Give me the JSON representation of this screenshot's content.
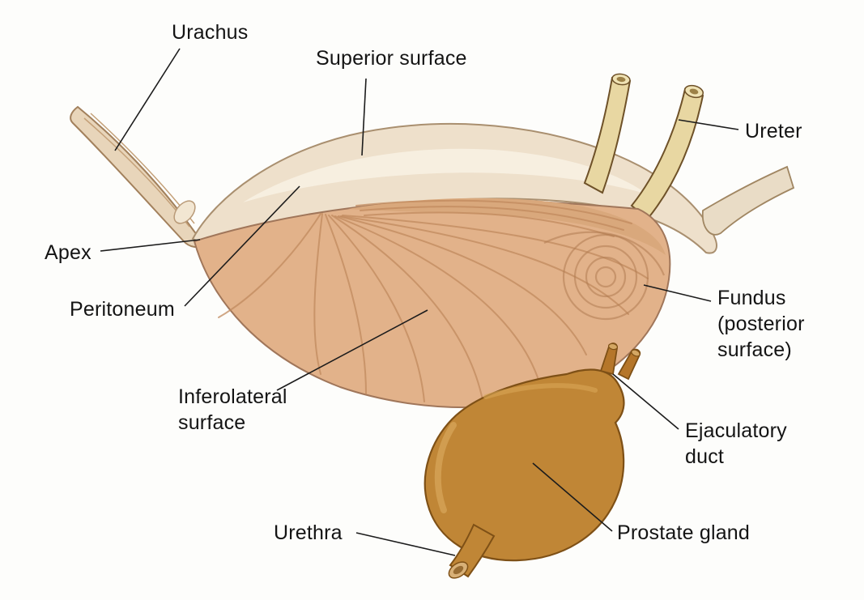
{
  "figure": {
    "kind": "anatomical-diagram",
    "subject_labels_count": 10
  },
  "labels": {
    "urachus": "Urachus",
    "superior_surface": "Superior surface",
    "ureter": "Ureter",
    "apex": "Apex",
    "peritoneum": "Peritoneum",
    "fundus": "Fundus\n(posterior\nsurface)",
    "inferolateral_surface": "Inferolateral\nsurface",
    "ejaculatory_duct": "Ejaculatory\nduct",
    "urethra": "Urethra",
    "prostate_gland": "Prostate gland"
  },
  "colors": {
    "background": "#fdfdfb",
    "peritoneum_cream": "#eee0cb",
    "peritoneum_highlight": "#f7efe0",
    "bladder_muscle": "#e2b28a",
    "muscle_fiber": "#c08a5e",
    "ureter_tube": "#e8d7a2",
    "prostate_brown": "#c08636",
    "dark_outline": "#7e5016",
    "label_text": "#141414",
    "leader_line": "#1c1c1c"
  }
}
